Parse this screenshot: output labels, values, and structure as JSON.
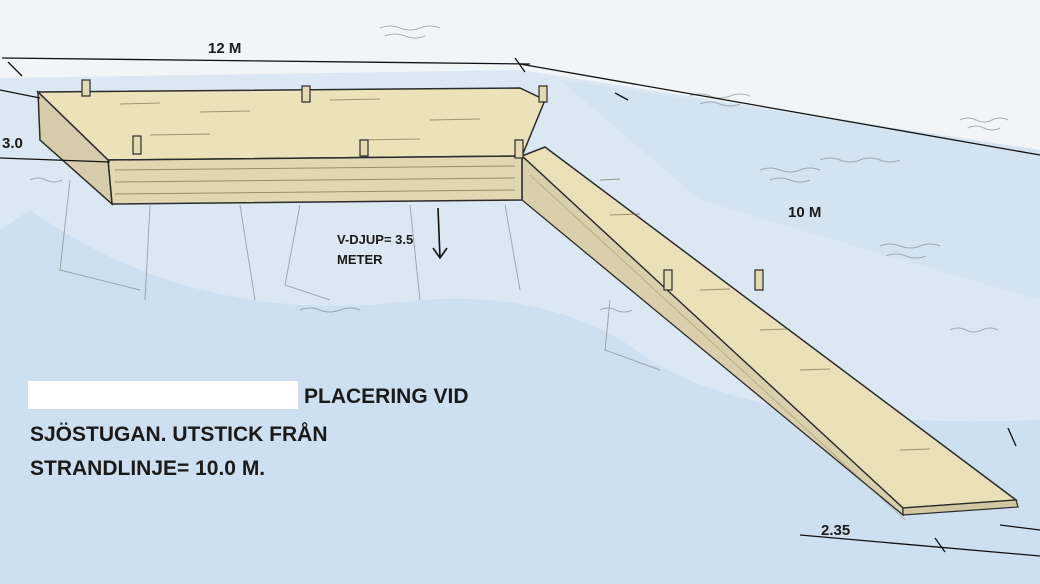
{
  "dimensions": {
    "length_a": "12 M",
    "width_a": "3.0",
    "length_b": "10 M",
    "width_b": "2.35"
  },
  "depth_note": {
    "line1": "V-DJUP= 3.5",
    "line2": "METER"
  },
  "caption": {
    "line1": "PLACERING VID",
    "line2": "SJÖSTUGAN. UTSTICK FRÅN",
    "line3": "STRANDLINJE= 10.0 M."
  },
  "colors": {
    "water": "#cfe0ee",
    "deck": "#e8dfb5",
    "deck_side": "#d6ccab",
    "ink": "#3b3b3b"
  }
}
